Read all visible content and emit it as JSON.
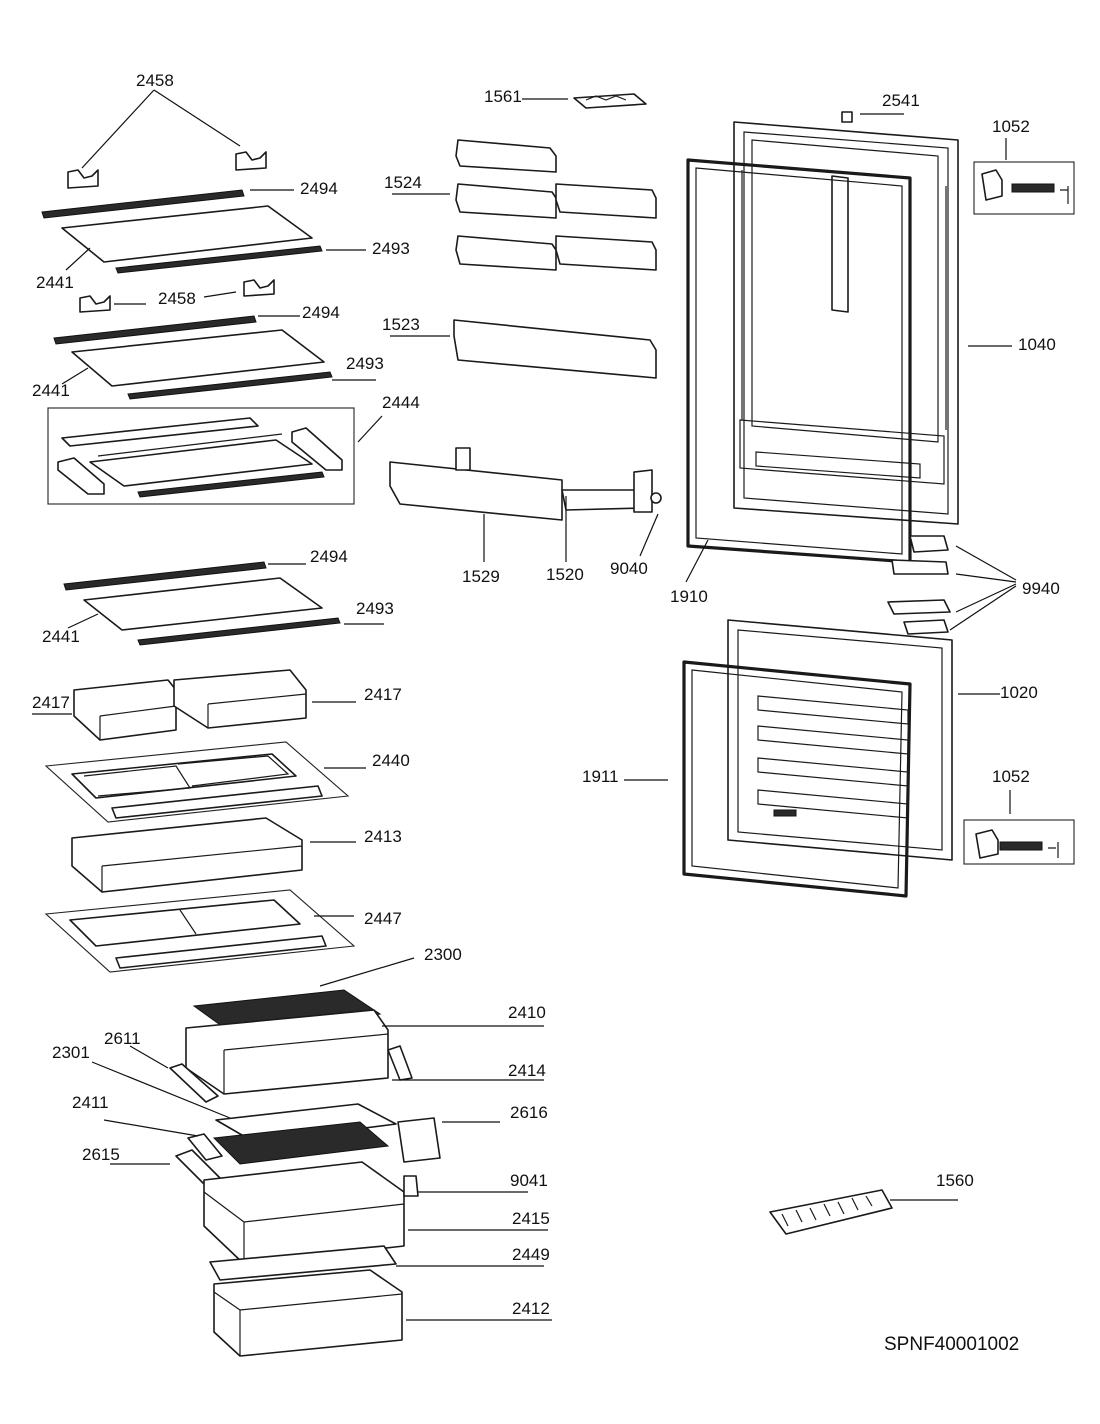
{
  "diagram_code": "SPNF40001002",
  "labels": {
    "p2458a": "2458",
    "p2494a": "2494",
    "p2441a": "2441",
    "p2493a": "2493",
    "p2458b": "2458",
    "p2494b": "2494",
    "p2441b": "2441",
    "p2493b": "2493",
    "p2444": "2444",
    "p2494c": "2494",
    "p2441c": "2441",
    "p2493c": "2493",
    "p2417a": "2417",
    "p2417b": "2417",
    "p2440": "2440",
    "p2413": "2413",
    "p2447": "2447",
    "p2300": "2300",
    "p2410": "2410",
    "p2611": "2611",
    "p2301": "2301",
    "p2414": "2414",
    "p2411": "2411",
    "p2616": "2616",
    "p2615": "2615",
    "p9041": "9041",
    "p2415": "2415",
    "p2449": "2449",
    "p2412": "2412",
    "p1561": "1561",
    "p1524": "1524",
    "p1523": "1523",
    "p1529": "1529",
    "p1520": "1520",
    "p9040": "9040",
    "p2541": "2541",
    "p1052a": "1052",
    "p1040": "1040",
    "p1910": "1910",
    "p9940": "9940",
    "p1020": "1020",
    "p1911": "1911",
    "p1052b": "1052",
    "p1560": "1560"
  }
}
